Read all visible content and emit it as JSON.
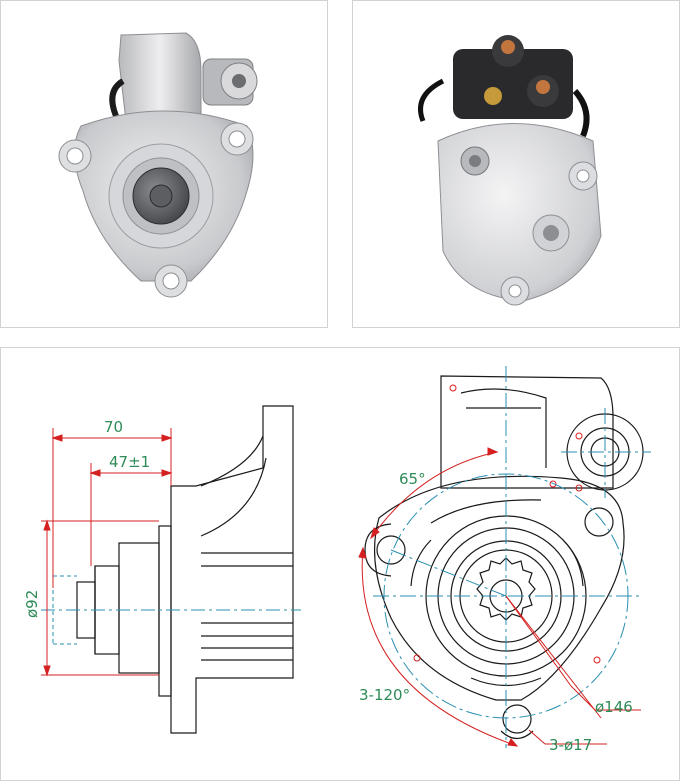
{
  "colors": {
    "dimension_line": "#d42020",
    "dimension_text": "#2e8b57",
    "center_line": "#2a8fb0",
    "outline": "#1a1a1a",
    "metal": "#c8c9cc",
    "panel_border": "#d2d2d2"
  },
  "photos": {
    "front_view": "starter-motor-front-photo",
    "rear_view": "starter-motor-rear-photo"
  },
  "drawing": {
    "side_view": {
      "dim_length_total": "70",
      "dim_length_flange": "47±1",
      "dim_diameter_pilot": "ø92"
    },
    "front_view": {
      "dim_angle_housing": "65°",
      "dim_hole_spacing": "3-120°",
      "dim_bolt_circle": "ø146",
      "dim_hole_size": "3-ø17"
    }
  }
}
